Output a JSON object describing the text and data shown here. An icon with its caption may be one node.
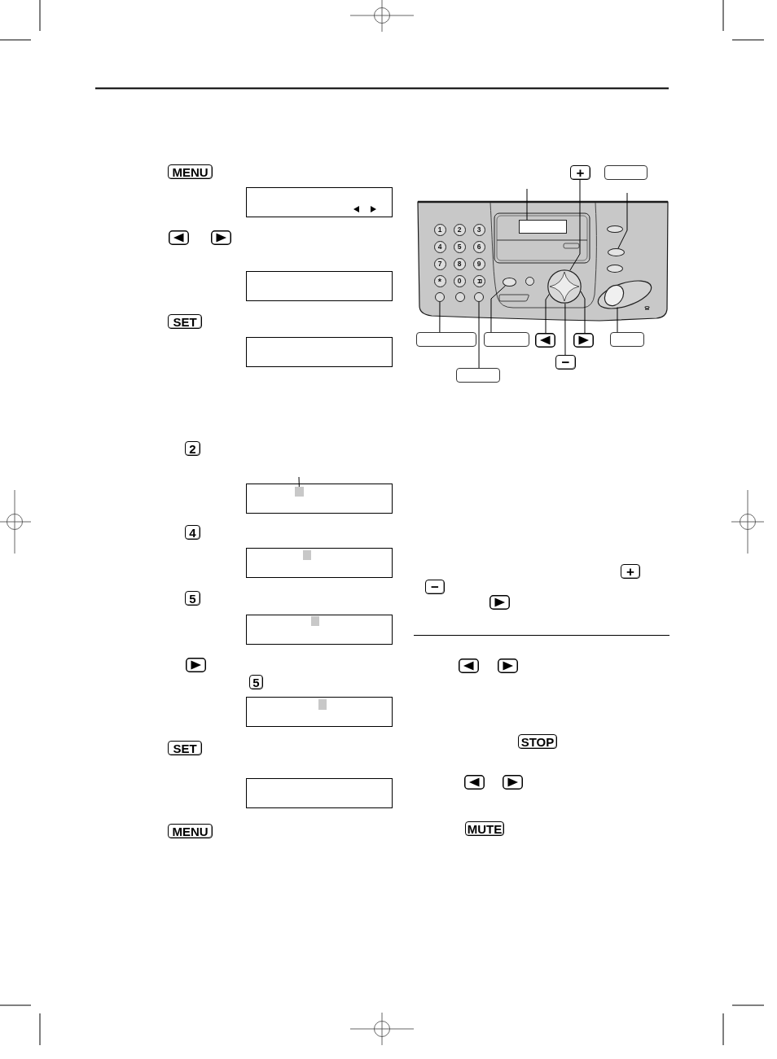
{
  "diagram": {
    "nodes": [
      {
        "text": [
          "MENU"
        ]
      },
      {
        "text": [],
        "shape": "box"
      },
      {
        "text": [],
        "shape": "box"
      },
      {
        "text": [],
        "shape": "box"
      },
      {
        "text": [],
        "shape": "box"
      },
      {
        "text": [
          "SET"
        ]
      },
      {
        "text": [],
        "shape": "box"
      },
      {
        "text": [
          "2"
        ]
      },
      {
        "text": [],
        "shape": "box"
      },
      {
        "text": [],
        "shape": "box",
        "in": 8
      },
      {
        "text": [
          "4"
        ]
      },
      {
        "text": [],
        "shape": "box"
      },
      {
        "text": [],
        "shape": "box",
        "in": 11
      },
      {
        "text": [
          "5"
        ]
      },
      {
        "text": [],
        "shape": "box"
      },
      {
        "text": [],
        "shape": "box",
        "in": 14
      },
      {
        "text": [],
        "shape": "box"
      },
      {
        "text": [
          "5"
        ]
      },
      {
        "text": [],
        "shape": "box"
      },
      {
        "text": [],
        "shape": "box",
        "in": 18
      },
      {
        "text": [
          "SET"
        ]
      },
      {
        "text": [],
        "shape": "box"
      },
      {
        "text": [
          "MENU"
        ]
      },
      {
        "text": [
          "+"
        ]
      },
      {
        "text": [],
        "shape": "box"
      },
      {
        "text": [],
        "shape": "picture"
      },
      {
        "text": [],
        "shape": "box",
        "in": 25
      },
      {
        "text": [
          "1"
        ],
        "in": 25
      },
      {
        "text": [
          "2"
        ],
        "in": 25
      },
      {
        "text": [
          "3"
        ],
        "in": 25
      },
      {
        "text": [
          "4"
        ],
        "in": 25
      },
      {
        "text": [
          "5"
        ],
        "in": 25
      },
      {
        "text": [
          "6"
        ],
        "in": 25
      },
      {
        "text": [
          "7"
        ],
        "in": 25
      },
      {
        "text": [
          "8"
        ],
        "in": 25
      },
      {
        "text": [
          "9"
        ],
        "in": 25
      },
      {
        "text": [
          "*"
        ],
        "in": 25
      },
      {
        "text": [
          "0"
        ],
        "in": 25
      },
      {
        "text": [],
        "shape": "circle",
        "in": 25
      },
      {
        "text": [],
        "shape": "circle",
        "in": 25
      },
      {
        "text": [],
        "shape": "circle",
        "in": 25
      },
      {
        "text": [],
        "shape": "circle",
        "in": 25
      },
      {
        "text": [],
        "shape": "circle",
        "in": 25
      },
      {
        "text": [],
        "shape": "circle",
        "in": 25
      },
      {
        "text": [],
        "shape": "circle",
        "in": 25
      },
      {
        "text": [],
        "shape": "circle",
        "in": 25
      },
      {
        "text": [],
        "shape": "circle",
        "in": 25
      },
      {
        "text": [],
        "shape": "circle",
        "in": 25
      },
      {
        "text": [],
        "shape": "circle",
        "in": 25
      },
      {
        "text": [],
        "shape": "box"
      },
      {
        "text": [],
        "shape": "box"
      },
      {
        "text": [],
        "shape": "box"
      },
      {
        "text": [],
        "shape": "box"
      },
      {
        "text": [],
        "shape": "box"
      },
      {
        "text": [
          "−"
        ]
      },
      {
        "text": [],
        "shape": "box"
      },
      {
        "text": [
          "+"
        ]
      },
      {
        "text": [
          "−"
        ]
      },
      {
        "text": [],
        "shape": "box"
      },
      {
        "text": [],
        "shape": "box"
      },
      {
        "text": [],
        "shape": "box"
      },
      {
        "text": [
          "STOP"
        ]
      },
      {
        "text": [],
        "shape": "box"
      },
      {
        "text": [],
        "shape": "box"
      },
      {
        "text": [
          "MUTE"
        ]
      }
    ],
    "edges": [
      {
        "from": null,
        "to": 9,
        "arrow": "none"
      },
      {
        "from": 23,
        "to": 44,
        "arrow": "none"
      },
      {
        "from": null,
        "to": 26,
        "arrow": "none"
      },
      {
        "from": null,
        "to": 46,
        "arrow": "none"
      },
      {
        "from": 49,
        "to": 39,
        "arrow": "none"
      },
      {
        "from": 50,
        "to": 42,
        "arrow": "none"
      },
      {
        "from": 51,
        "to": 44,
        "arrow": "none"
      },
      {
        "from": 52,
        "to": 44,
        "arrow": "none"
      },
      {
        "from": 53,
        "to": 48,
        "arrow": "none"
      },
      {
        "from": 54,
        "to": 44,
        "arrow": "none"
      },
      {
        "from": 55,
        "to": 41,
        "arrow": "none"
      }
    ]
  }
}
